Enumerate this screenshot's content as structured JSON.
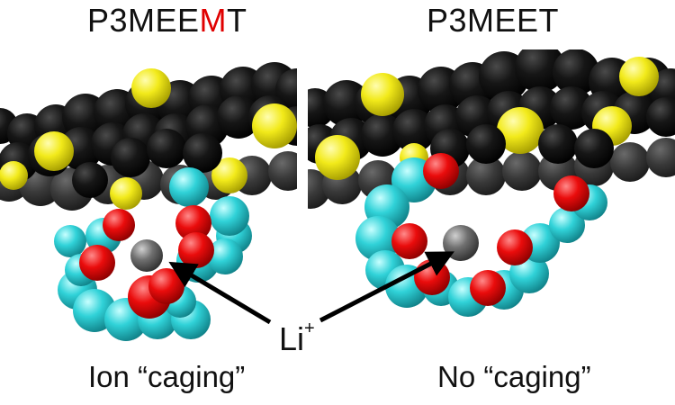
{
  "panels": {
    "left": {
      "title_pre": "P3MEE",
      "title_highlight": "M",
      "title_post": "T",
      "caption": "Ion “caging”"
    },
    "right": {
      "title": "P3MEET",
      "caption": "No “caging”"
    }
  },
  "ion_label": {
    "base": "Li",
    "charge": "+"
  },
  "colors": {
    "carbon": "#111111",
    "sulfur": "#f2ea1a",
    "oxygen": "#e80c0c",
    "hydrogen": "#2fd1d6",
    "lithium": "#6d6d6d",
    "highlight": "#e00000"
  }
}
